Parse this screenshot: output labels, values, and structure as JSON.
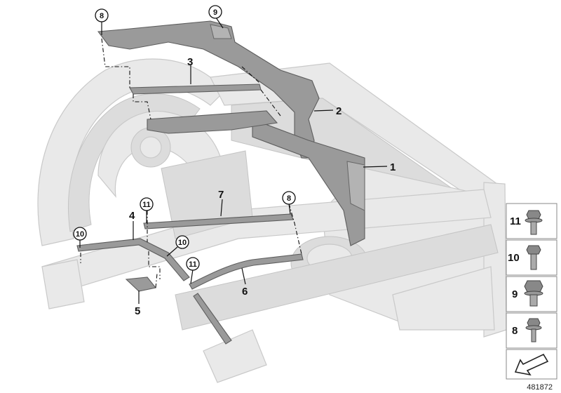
{
  "callouts": {
    "c1": "1",
    "c2": "2",
    "c3": "3",
    "c4": "4",
    "c5": "5",
    "c6": "6",
    "c7": "7",
    "c8a": "8",
    "c8b": "8",
    "c9": "9",
    "c10a": "10",
    "c10b": "10",
    "c11a": "11",
    "c11b": "11"
  },
  "legend": {
    "items": [
      {
        "number": "11",
        "icon": "flange-bolt-icon"
      },
      {
        "number": "10",
        "icon": "hex-bolt-icon"
      },
      {
        "number": "9",
        "icon": "flange-bolt-large-icon"
      },
      {
        "number": "8",
        "icon": "flange-screw-icon"
      }
    ],
    "direction_icon": "front-direction-arrow-icon"
  },
  "doc_id": "481872",
  "colors": {
    "part": "#9a9a9a",
    "frame": "#e9e9e9",
    "outline": "#5e5e5e"
  }
}
